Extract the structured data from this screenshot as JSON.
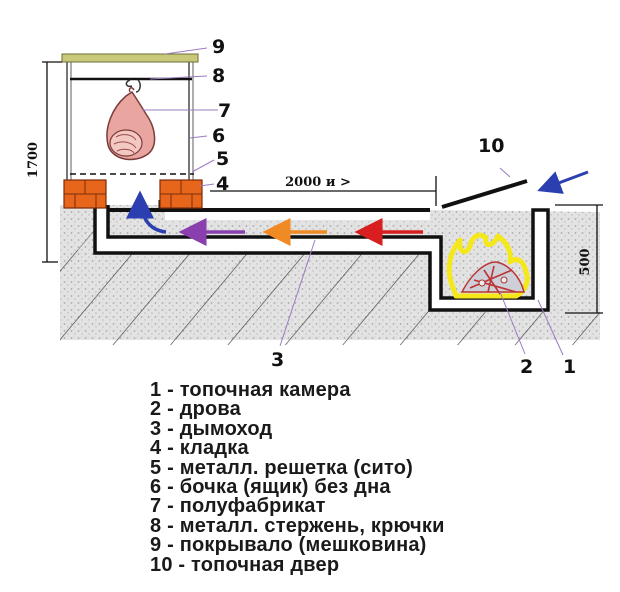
{
  "dimensions": {
    "height_left": "1700",
    "length_top": "2000 и >",
    "height_right": "500"
  },
  "callouts": [
    "1",
    "2",
    "3",
    "4",
    "5",
    "6",
    "7",
    "8",
    "9",
    "10"
  ],
  "legend": [
    "1 - топочная камера",
    "2 - дрова",
    "3 - дымоход",
    "4 - кладка",
    "5 - металл. решетка (сито)",
    "6 - бочка (ящик) без дна",
    "7 - полуфабрикат",
    "8 - металл. стержень, крючки",
    "9 - покрывало (мешковина)",
    "10 - топочная двер"
  ],
  "colors": {
    "brick": "#e8651c",
    "flame_yellow": "#f5e81a",
    "arrow_red": "#d81e1e",
    "arrow_orange": "#f08a22",
    "arrow_purple": "#8a3fae",
    "arrow_blue": "#2b3fb0",
    "ham": "#e9a6a0",
    "cover": "#c9c97a"
  }
}
